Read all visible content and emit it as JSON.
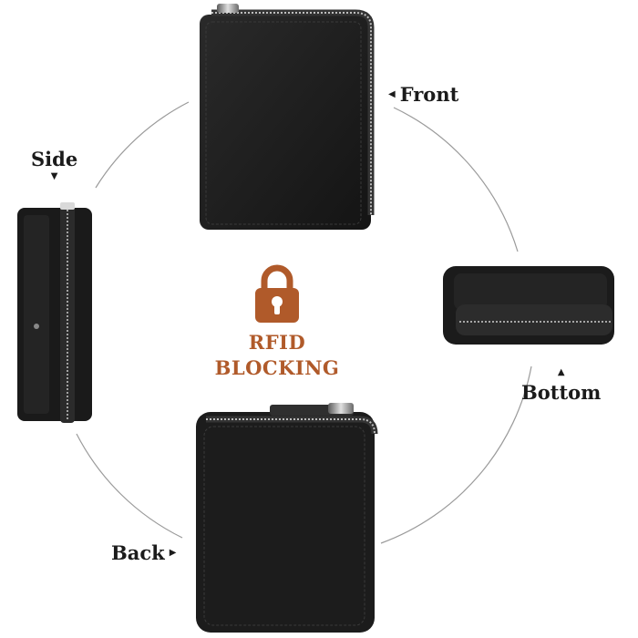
{
  "labels": {
    "front": "Front",
    "side": "Side",
    "bottom": "Bottom",
    "back": "Back"
  },
  "badge": {
    "line1": "RFID",
    "line2": "BLOCKING",
    "icon": "padlock-icon",
    "color": "#b05a2a"
  },
  "colors": {
    "leather": "#1c1c1c",
    "zipper": "#c9c9c9",
    "circle": "#8a8a8a"
  }
}
